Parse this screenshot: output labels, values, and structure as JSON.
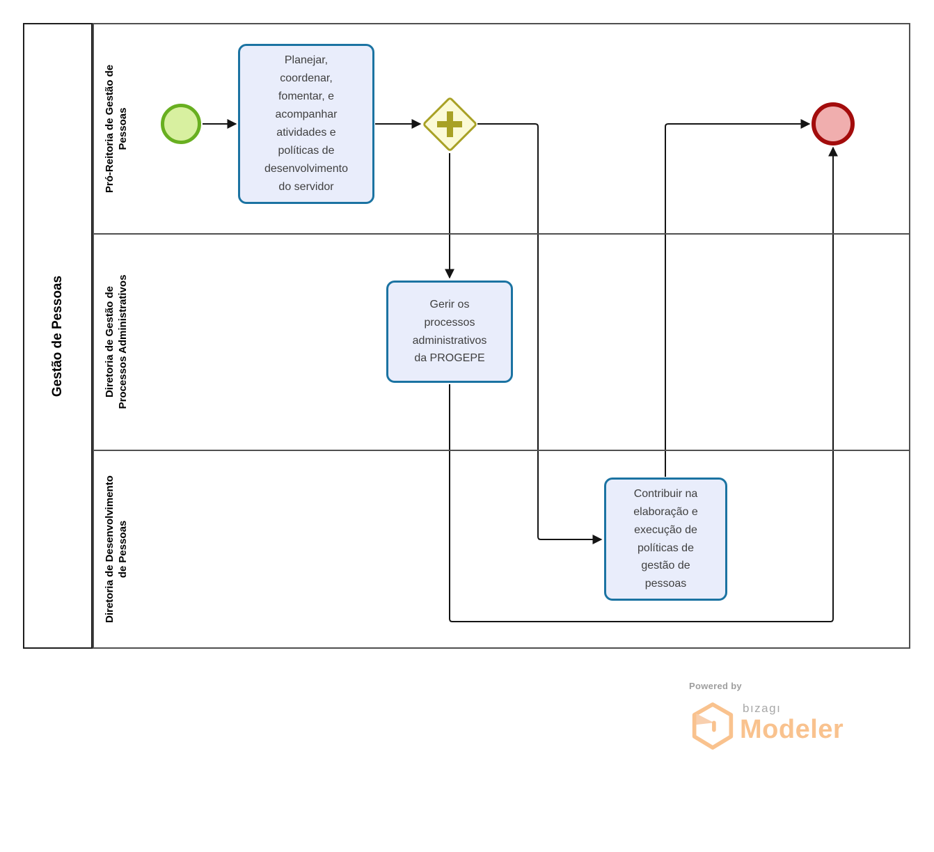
{
  "diagram": {
    "pool": {
      "title": "Gestão de Pessoas"
    },
    "lanes": [
      {
        "label": "Pró-Reitoria de Gestão de Pessoas"
      },
      {
        "label": "Diretoria de Gestão de Processos Administrativos"
      },
      {
        "label": "Diretoria de Desenvolvimento de Pessoas"
      }
    ],
    "tasks": [
      {
        "label": "Planejar, coordenar, fomentar, e acompanhar atividades e políticas de desenvolvimento do servidor"
      },
      {
        "label": "Gerir os processos administrativos da PROGEPE"
      },
      {
        "label": "Contribuir na elaboração e execução de políticas de gestão de pessoas"
      }
    ],
    "events": [
      {
        "type": "start",
        "icon": "start-event-circle"
      },
      {
        "type": "end",
        "icon": "end-event-circle"
      }
    ],
    "gateway": {
      "type": "parallel",
      "icon": "parallel-gateway-plus-icon"
    }
  },
  "branding": {
    "powered_by": "Powered by",
    "brand": "bızagı",
    "product": "Modeler",
    "icon": "bizagi-cube-icon"
  },
  "colors": {
    "task_fill": "#e9edfb",
    "task_border": "#1b73a2",
    "start_fill": "#d8f0a0",
    "start_border": "#68af20",
    "end_fill": "#f0aeae",
    "end_border": "#a30c0c",
    "gateway_fill": "#fbfad6",
    "gateway_border": "#a8a125",
    "sequence_flow": "#141414",
    "lane_line": "#4f4f4f",
    "logo_orange": "#f9c28e",
    "logo_gray": "#9e9e9e"
  }
}
